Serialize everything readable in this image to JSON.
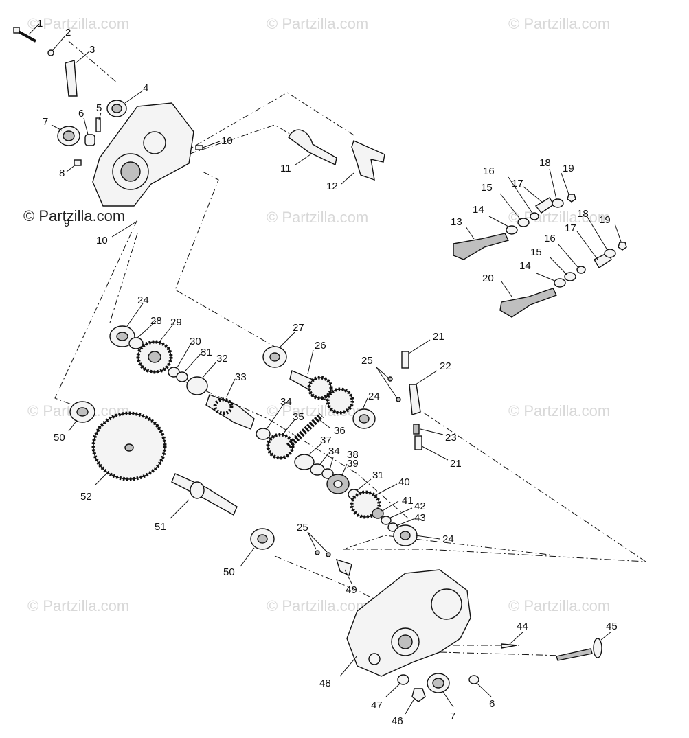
{
  "watermark": {
    "text": "Partzilla.com",
    "symbol": "©"
  },
  "callouts": {
    "c1": "1",
    "c2": "2",
    "c3": "3",
    "c4": "4",
    "c5": "5",
    "c6": "6",
    "c7": "7",
    "c8": "8",
    "c9": "9",
    "c10a": "10",
    "c10b": "10",
    "c11": "11",
    "c12": "12",
    "c13": "13",
    "c14a": "14",
    "c14b": "14",
    "c15a": "15",
    "c15b": "15",
    "c16a": "16",
    "c16b": "16",
    "c17a": "17",
    "c17b": "17",
    "c18a": "18",
    "c18b": "18",
    "c19a": "19",
    "c19b": "19",
    "c20": "20",
    "c21a": "21",
    "c21b": "21",
    "c22": "22",
    "c23": "23",
    "c24a": "24",
    "c24b": "24",
    "c24c": "24",
    "c25a": "25",
    "c25b": "25",
    "c26": "26",
    "c27": "27",
    "c28": "28",
    "c29": "29",
    "c30": "30",
    "c31a": "31",
    "c31b": "31",
    "c32": "32",
    "c33": "33",
    "c34a": "34",
    "c34b": "34",
    "c35": "35",
    "c36": "36",
    "c37": "37",
    "c38": "38",
    "c39": "39",
    "c40": "40",
    "c41": "41",
    "c42": "42",
    "c43": "43",
    "c44": "44",
    "c45": "45",
    "c46": "46",
    "c47": "47",
    "c48": "48",
    "c49": "49",
    "c50a": "50",
    "c50b": "50",
    "c51": "51",
    "c52": "52",
    "c6b": "6",
    "c7b": "7"
  }
}
